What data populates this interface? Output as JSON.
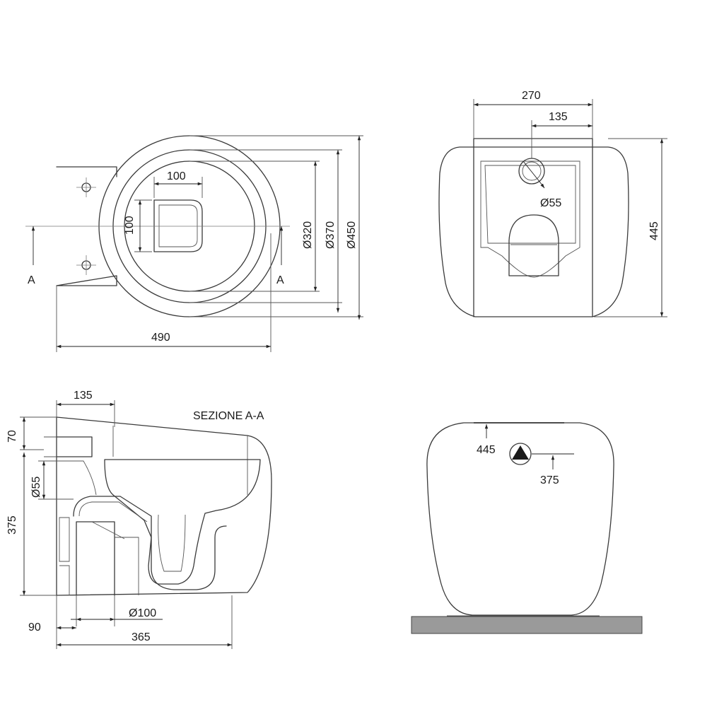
{
  "top_view": {
    "dim_width": "490",
    "dim_outlet_w": "100",
    "dim_outlet_h": "100",
    "dim_d320": "Ø320",
    "dim_d370": "Ø370",
    "dim_d450": "Ø450",
    "section_left": "A",
    "section_right": "A"
  },
  "rear_view": {
    "dim_width": "270",
    "dim_half": "135",
    "dim_inlet": "Ø55",
    "dim_height": "445"
  },
  "section_view": {
    "title": "SEZIONE A-A",
    "dim_top": "135",
    "dim_70": "70",
    "dim_inlet": "Ø55",
    "dim_375": "375",
    "dim_outlet": "Ø100",
    "dim_90": "90",
    "dim_365": "365"
  },
  "front_view": {
    "dim_445": "445",
    "dim_375": "375"
  },
  "colors": {
    "line": "#3a3a3a",
    "floor": "#9a9a9a"
  }
}
